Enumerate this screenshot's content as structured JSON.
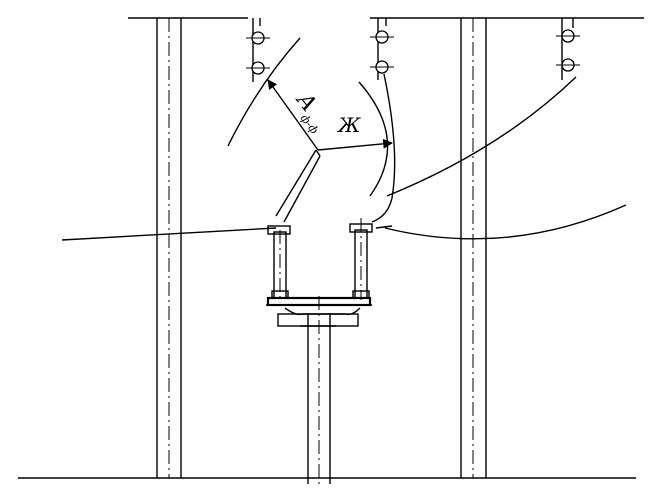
{
  "labels": {
    "distance_A": "А",
    "distance_A_sub": "ф-ф",
    "distance_Zh": "Ж"
  },
  "colors": {
    "ink": "#000000",
    "paper": "#ffffff"
  }
}
